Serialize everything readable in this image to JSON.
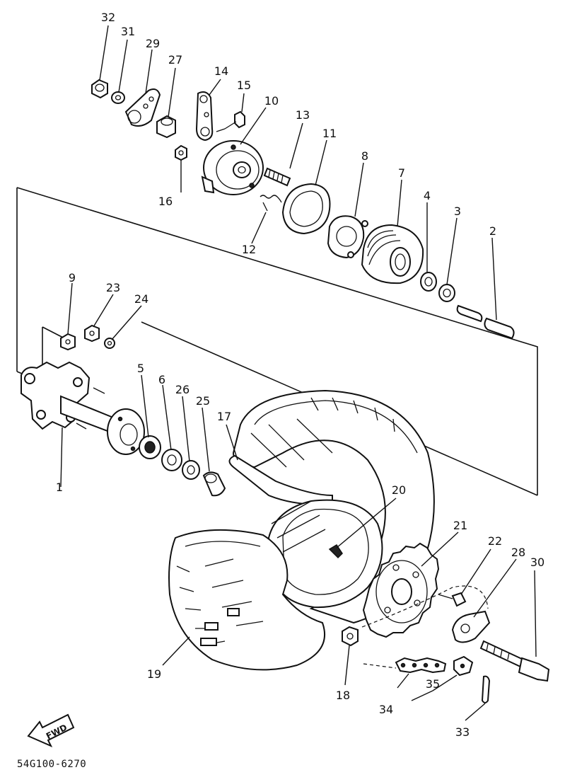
{
  "diagram": {
    "fwd_label": "FWD",
    "catalog_code": "54G100-6270",
    "part_labels": {
      "p1": "1",
      "p2": "2",
      "p3": "3",
      "p4": "4",
      "p5": "5",
      "p6": "6",
      "p7": "7",
      "p8": "8",
      "p9": "9",
      "p10": "10",
      "p11": "11",
      "p12": "12",
      "p13": "13",
      "p14": "14",
      "p15": "15",
      "p16": "16",
      "p17": "17",
      "p18": "18",
      "p19": "19",
      "p20": "20",
      "p21": "21",
      "p22": "22",
      "p23": "23",
      "p24": "24",
      "p25": "25",
      "p26": "26",
      "p27": "27",
      "p28": "28",
      "p29": "29",
      "p30": "30",
      "p31": "31",
      "p32": "32",
      "p33": "33",
      "p34": "34",
      "p35": "35"
    }
  }
}
